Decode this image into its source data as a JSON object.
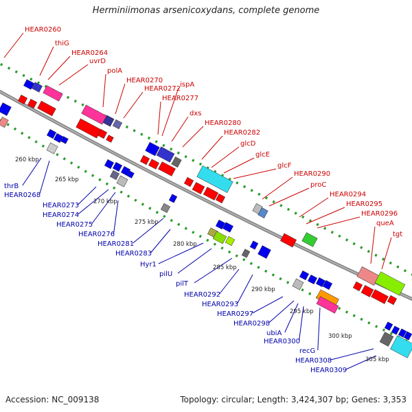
{
  "title": "Herminiimonas arsenicoxydans, complete genome",
  "footer": {
    "accession": "Accession: NC_009138",
    "stats": "Topology: circular; Length: 3,424,307 bp; Genes: 3,353"
  },
  "colors": {
    "backbone": "#888888",
    "dots": "#2a9a2a",
    "forward_label": "#cc0000",
    "reverse_label": "#0000aa",
    "forward_arrow": "#ff0000",
    "reverse_arrow": "#0000ff"
  },
  "top_labels": [
    "HEAR0260",
    "thiG",
    "HEAR0264",
    "uvrD",
    "polA",
    "HEAR0270",
    "HEAR0272",
    "ispA",
    "HEAR0277",
    "dxs",
    "HEAR0280",
    "HEAR0282",
    "glcD",
    "glcE",
    "glcF",
    "HEAR0290",
    "proC",
    "HEAR0294",
    "HEAR0295",
    "HEAR0296",
    "queA",
    "tgt"
  ],
  "bottom_labels": [
    "thrB",
    "HEAR0268",
    "HEAR0273",
    "HEAR0274",
    "HEAR0275",
    "HEAR0276",
    "HEAR0281",
    "HEAR0283",
    "Hyr1",
    "pilU",
    "pilT",
    "HEAR0292",
    "HEAR0293",
    "HEAR0297",
    "HEAR0298",
    "ubiA",
    "HEAR0300",
    "recG",
    "HEAR0308",
    "HEAR0309"
  ],
  "kbp_ticks": [
    "260 kbp",
    "265 kbp",
    "270 kbp",
    "275 kbp",
    "280 kbp",
    "285 kbp",
    "290 kbp",
    "295 kbp",
    "300 kbp",
    "305 kbp"
  ]
}
